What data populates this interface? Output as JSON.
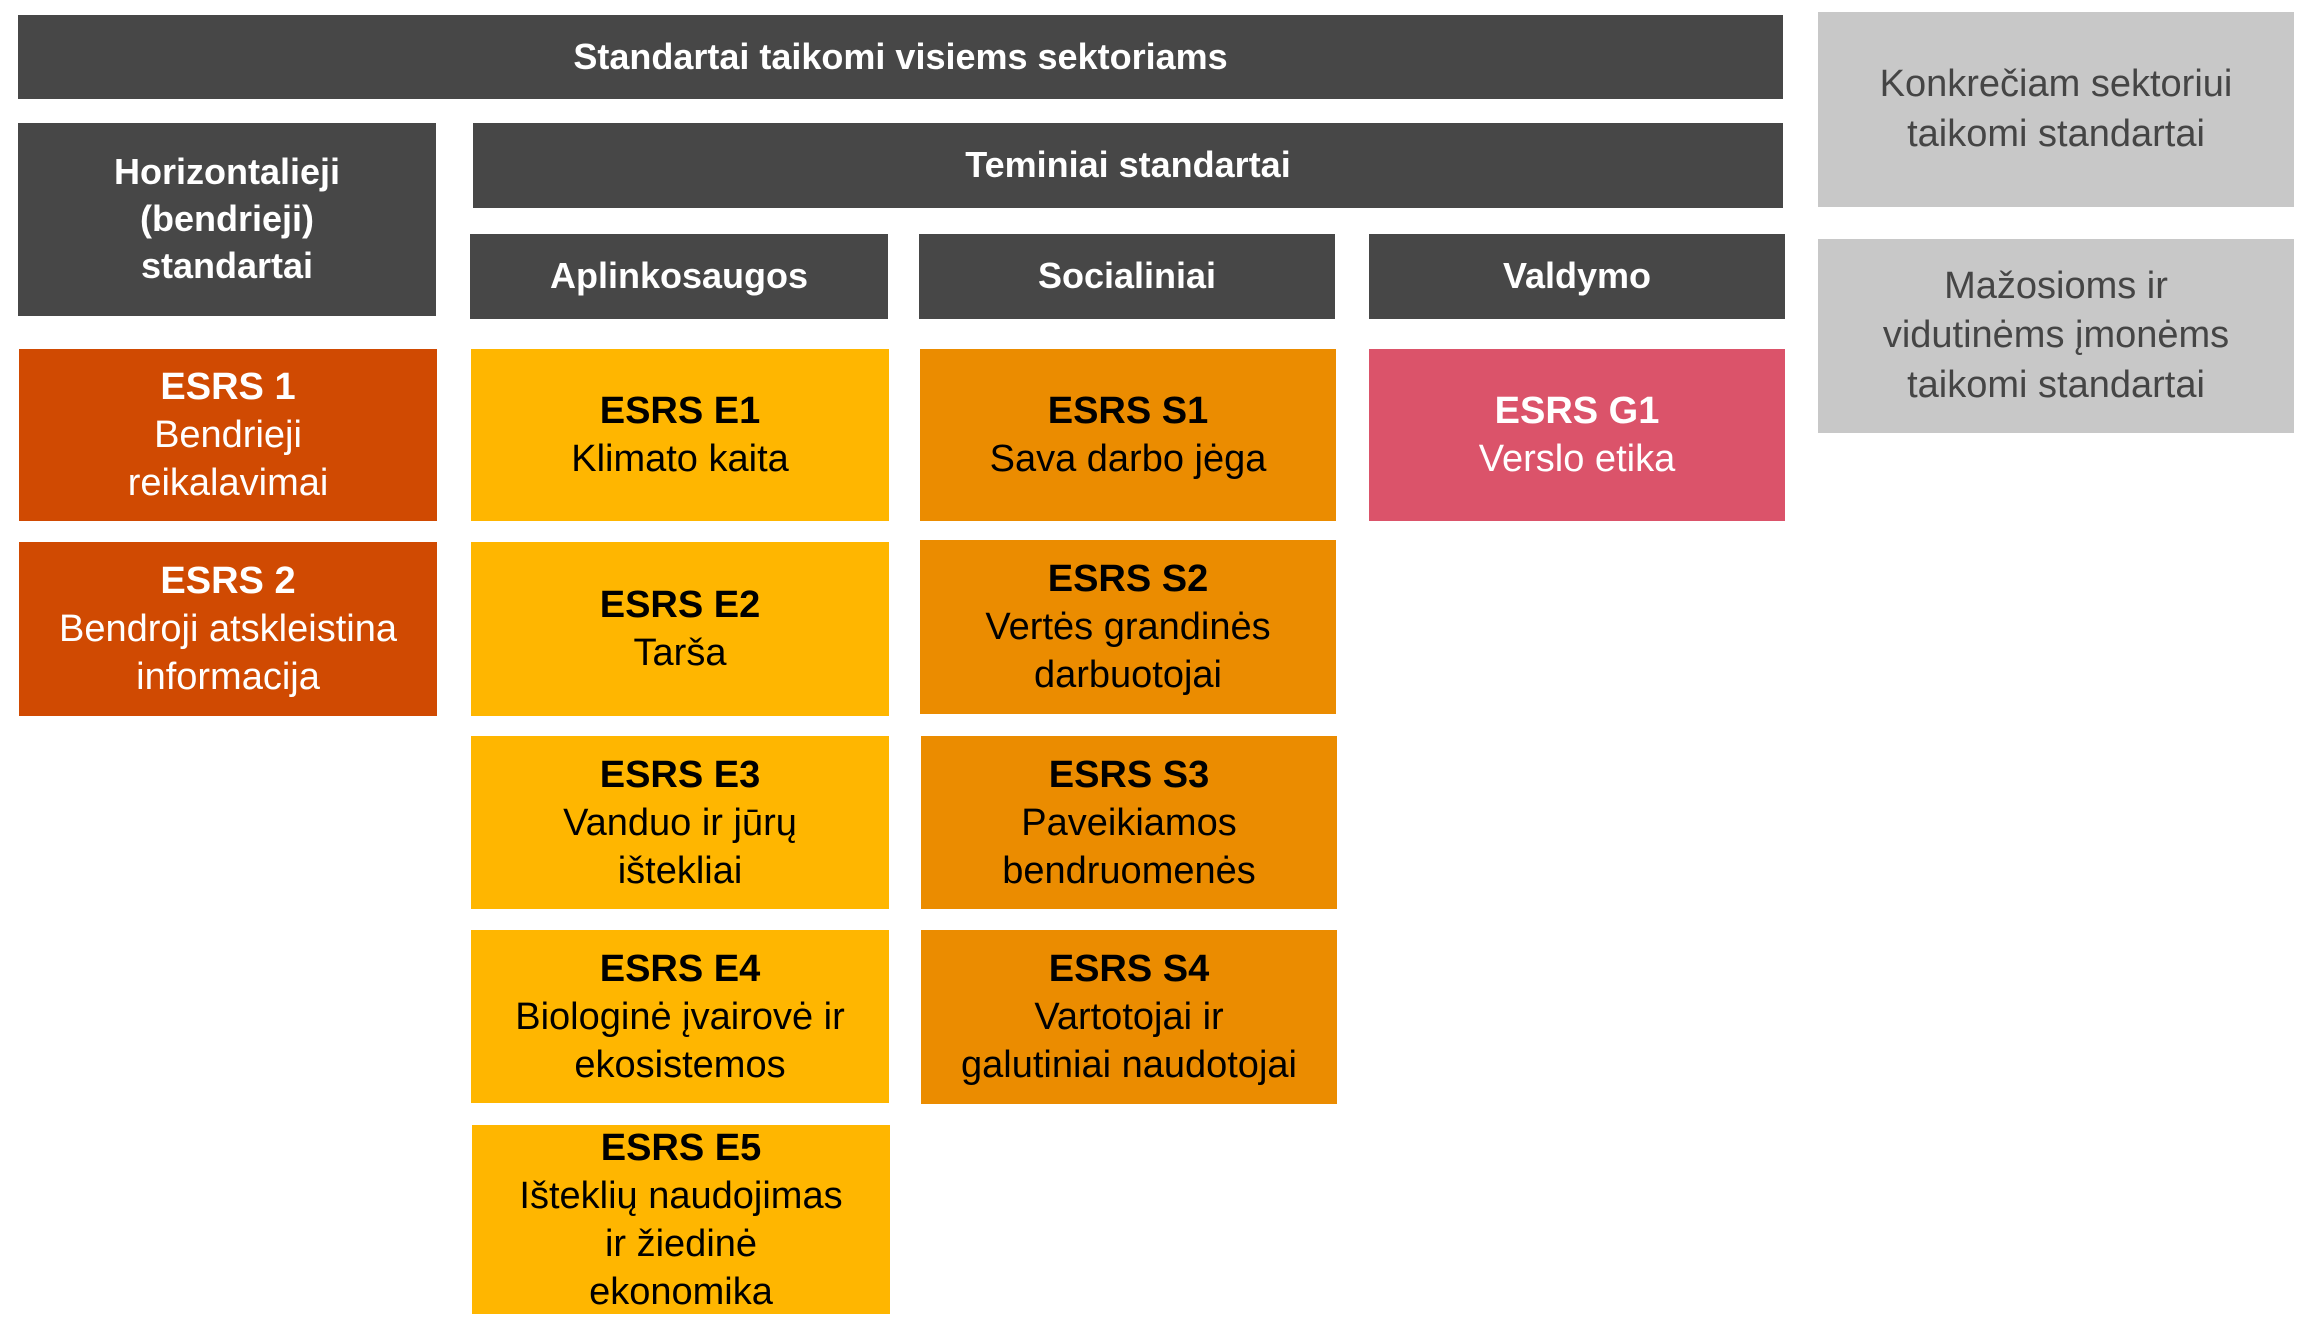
{
  "header": {
    "all_sectors": "Standartai taikomi visiems sektoriams",
    "thematic": "Teminiai standartai",
    "horizontal": [
      "Horizontalieji",
      "(bendrieji)",
      "standartai"
    ]
  },
  "side_boxes": [
    {
      "lines": [
        "Konkrečiam sektoriui",
        "taikomi standartai"
      ]
    },
    {
      "lines": [
        "Mažosioms ir",
        "vidutinėms įmonėms",
        "taikomi standartai"
      ]
    }
  ],
  "categories": {
    "environmental": "Aplinkosaugos",
    "social": "Socialiniai",
    "governance": "Valdymo"
  },
  "colors": {
    "dark": "#474747",
    "gray": "#c8c8c8",
    "general": "#d04a02",
    "environmental": "#ffb600",
    "social": "#eb8c00",
    "governance": "#db536a"
  },
  "general": [
    {
      "code": "ESRS 1",
      "lines": [
        "Bendrieji",
        "reikalavimai"
      ]
    },
    {
      "code": "ESRS 2",
      "lines": [
        "Bendroji atskleistina",
        "informacija"
      ]
    }
  ],
  "environmental": [
    {
      "code": "ESRS E1",
      "lines": [
        "Klimato kaita"
      ]
    },
    {
      "code": "ESRS E2",
      "lines": [
        "Tarša"
      ]
    },
    {
      "code": "ESRS E3",
      "lines": [
        "Vanduo ir jūrų",
        "ištekliai"
      ]
    },
    {
      "code": "ESRS E4",
      "lines": [
        "Biologinė įvairovė ir",
        "ekosistemos"
      ]
    },
    {
      "code": "ESRS E5",
      "lines": [
        "Išteklių naudojimas",
        "ir žiedinė",
        "ekonomika"
      ]
    }
  ],
  "social": [
    {
      "code": "ESRS S1",
      "lines": [
        "Sava darbo jėga"
      ]
    },
    {
      "code": "ESRS S2",
      "lines": [
        "Vertės grandinės",
        "darbuotojai"
      ]
    },
    {
      "code": "ESRS S3",
      "lines": [
        "Paveikiamos",
        "bendruomenės"
      ]
    },
    {
      "code": "ESRS S4",
      "lines": [
        "Vartotojai ir",
        "galutiniai naudotojai"
      ]
    }
  ],
  "governance": [
    {
      "code": "ESRS G1",
      "lines": [
        "Verslo etika"
      ]
    }
  ]
}
